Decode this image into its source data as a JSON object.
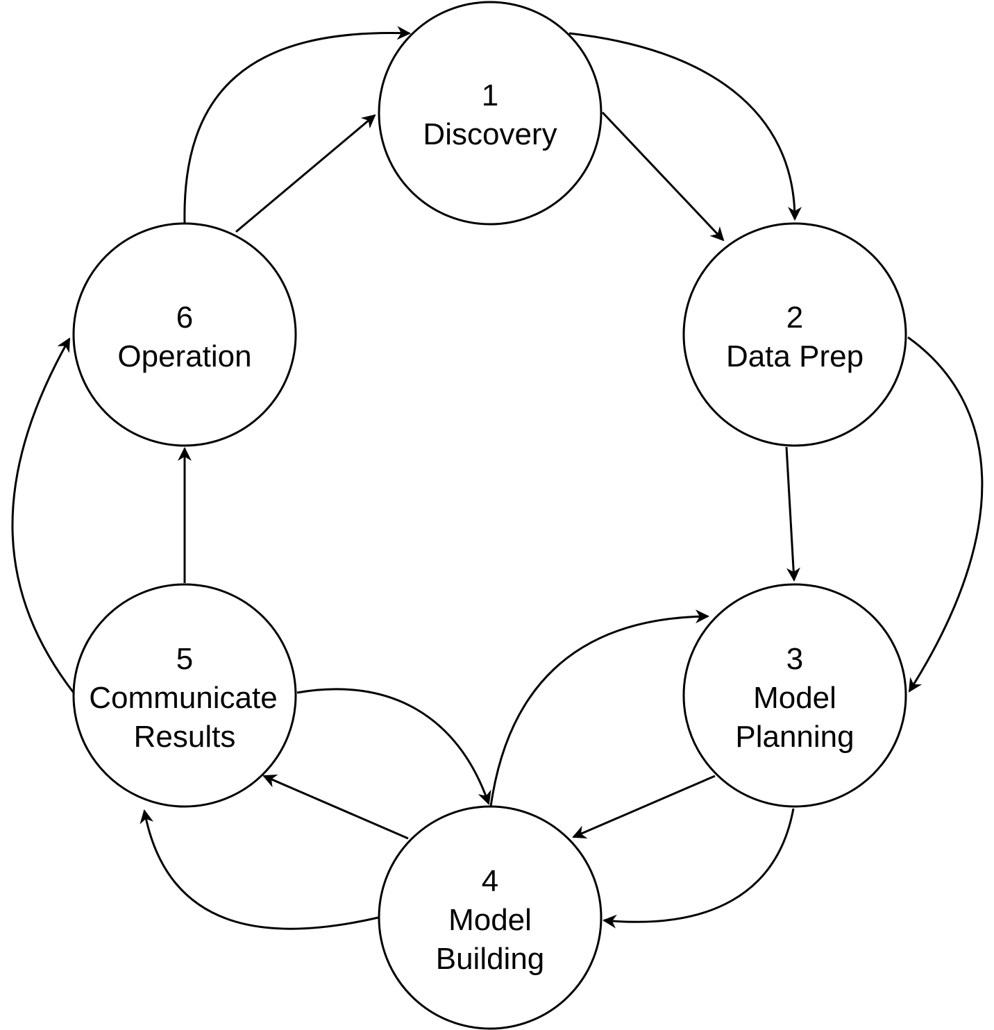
{
  "diagram": {
    "stroke_color": "#000000",
    "fill_color": "#ffffff",
    "nodes": [
      {
        "id": "discovery",
        "number": "1",
        "lines": [
          "Discovery"
        ]
      },
      {
        "id": "data-prep",
        "number": "2",
        "lines": [
          "Data Prep"
        ]
      },
      {
        "id": "model-planning",
        "number": "3",
        "lines": [
          "Model",
          "Planning"
        ]
      },
      {
        "id": "model-building",
        "number": "4",
        "lines": [
          "Model",
          "Building"
        ]
      },
      {
        "id": "communicate-results",
        "number": "5",
        "lines": [
          "Communicate",
          "Results"
        ]
      },
      {
        "id": "operation",
        "number": "6",
        "lines": [
          "Operation"
        ]
      }
    ],
    "edges": [
      {
        "id": "discovery-to-data-prep-straight",
        "from": "discovery",
        "to": "data-prep",
        "shape": "straight"
      },
      {
        "id": "discovery-to-data-prep-curved",
        "from": "discovery",
        "to": "data-prep",
        "shape": "curved"
      },
      {
        "id": "data-prep-to-model-planning-straight",
        "from": "data-prep",
        "to": "model-planning",
        "shape": "straight"
      },
      {
        "id": "data-prep-to-model-planning-curved",
        "from": "data-prep",
        "to": "model-planning",
        "shape": "curved"
      },
      {
        "id": "model-planning-to-model-building-straight",
        "from": "model-planning",
        "to": "model-building",
        "shape": "straight"
      },
      {
        "id": "model-planning-to-model-building-curved",
        "from": "model-planning",
        "to": "model-building",
        "shape": "curved"
      },
      {
        "id": "model-building-to-model-planning-curved",
        "from": "model-building",
        "to": "model-planning",
        "shape": "curved"
      },
      {
        "id": "model-building-to-communicate-results-straight",
        "from": "model-building",
        "to": "communicate-results",
        "shape": "straight"
      },
      {
        "id": "model-building-to-communicate-results-curved",
        "from": "model-building",
        "to": "communicate-results",
        "shape": "curved"
      },
      {
        "id": "communicate-results-to-model-building-curved",
        "from": "communicate-results",
        "to": "model-building",
        "shape": "curved"
      },
      {
        "id": "communicate-results-to-operation-straight",
        "from": "communicate-results",
        "to": "operation",
        "shape": "straight"
      },
      {
        "id": "communicate-results-to-operation-curved",
        "from": "communicate-results",
        "to": "operation",
        "shape": "curved"
      },
      {
        "id": "operation-to-discovery-straight",
        "from": "operation",
        "to": "discovery",
        "shape": "straight"
      },
      {
        "id": "operation-to-discovery-curved",
        "from": "operation",
        "to": "discovery",
        "shape": "curved"
      }
    ]
  }
}
